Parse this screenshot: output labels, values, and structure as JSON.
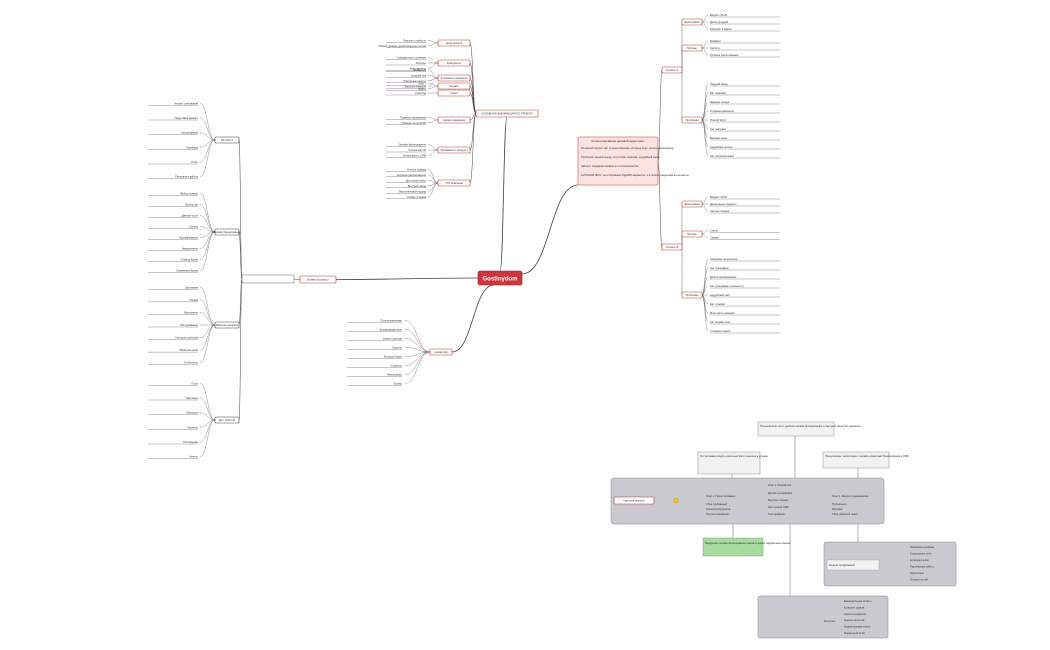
{
  "root": "Gostinydom",
  "colors": {
    "root": "#d0343a",
    "accent": "#c0392b",
    "line": "#4a3a4a",
    "branch_fill": "#ffffff",
    "group_box": "#c9c9cf",
    "note_box": "#f2f2f2",
    "green_box": "#a8dba0",
    "pink_box": "#fbe3e1"
  },
  "main_branches": {
    "top": "ОСНОВНАЯ ИНФОРМАЦИЯ ПО ПРОЕКТУ",
    "left": "Бизнес-процессы",
    "bottom": "Анализ ЦА",
    "right_note": {
      "title": "Сегментирование целевой аудитории:",
      "lines": [
        "Основной портрет ЦА: путешественники, которые ищут уютное размещение.",
        "Проблема: ранний выезд, отсутствие парковки, неудобный заезд.",
        "Эмоция: ожидание комфорта и гостеприимства.",
        "АНТОНИМ ЛИКС: не отображаем ОДНИМ вариантом, а в поиске разделяем на сегменты."
      ]
    }
  },
  "top_subbranches": [
    {
      "label": "Цели проекта",
      "items": [
        "Повысить прибыль",
        "Общий уровень удовлетворения гостей"
      ]
    },
    {
      "label": "Конкуренты",
      "items": [
        "Стандартные гостиницы",
        "Хостелы",
        "Апартаменты"
      ]
    },
    {
      "label": "Ключевые показатели",
      "items": [
        "Конверсия",
        "Средний чек",
        "Повторные визиты",
        "Загрузка номеров"
      ]
    },
    {
      "label": "Бюджет",
      "items": [
        "Этап 1",
        "Этап 2"
      ]
    },
    {
      "label": "Сроки",
      "items": [
        "3 месяца"
      ]
    },
    {
      "label": "Нормы поведения",
      "items": [
        "Правила проживания",
        "Тишина после 23:00"
      ]
    },
    {
      "label": "Требования к продукту",
      "items": [
        "Онлайн-бронирование",
        "Оплата картой",
        "Интеграция с CRM"
      ]
    },
    {
      "label": "УТП Компании",
      "items": [
        "Уютные номера",
        "Хорошее расположение",
        "Доступные цены",
        "Быстрый заезд",
        "Персональный подход",
        "Гибкие условия"
      ]
    }
  ],
  "left_groups": [
    {
      "label": "КП Этап 0",
      "items": [
        "Анализ требований",
        "Подготовка данных",
        "Согласование",
        "Проверка",
        "Отчёт",
        "Передача в работу"
      ]
    },
    {
      "label": "Онлайн бронирование",
      "items": [
        "Выбор номера",
        "Выбор дат",
        "Данные гостя",
        "Оплата",
        "Подтверждение",
        "Уведомление",
        "Отмена брони",
        "Изменение брони"
      ]
    },
    {
      "label": "Рабочие процессы",
      "items": [
        "Заселение",
        "Уборка",
        "Выселение",
        "Обслуживание",
        "Контроль качества",
        "Обратная связь",
        "Отчётность"
      ]
    },
    {
      "label": "Доп. Этап ЦА",
      "items": [
        "Гости",
        "Партнёры",
        "Персонал",
        "Клиенты",
        "Поставщики",
        "Агенты"
      ]
    }
  ],
  "bottom_items": [
    "Путешественники",
    "Командировочные",
    "Семьи с детьми",
    "Туристы",
    "Молодые пары",
    "Студенты",
    "Пенсионеры",
    "Группы"
  ],
  "right_segments": [
    {
      "label": "Сегмент А",
      "subs": [
        {
          "label": "Демография",
          "items": [
            "Возраст 25-45",
            "Доход средний",
            "Работает в офисе"
          ]
        },
        {
          "label": "Мотивы",
          "items": [
            "Комфорт",
            "Чистота",
            "Удобное расположение"
          ]
        },
        {
          "label": "Проблемы",
          "items": [
            "Поздний заезд",
            "Нет парковки",
            "Шумные соседи",
            "Сложная навигация",
            "Плохой Wi-Fi",
            "Нет завтрака",
            "Высокие цены",
            "Неудобная оплата",
            "Нет обратной связи"
          ]
        }
      ]
    },
    {
      "label": "Сегмент Б",
      "subs": [
        {
          "label": "Демография",
          "items": [
            "Возраст 30-55",
            "Доход выше среднего",
            "Частые поездки"
          ]
        },
        {
          "label": "Мотивы",
          "items": [
            "Статус",
            "Сервис"
          ]
        },
        {
          "label": "Проблемы",
          "items": [
            "Ожидание на ресепшн",
            "Нет трансфера",
            "Долгое бронирование",
            "Нет программы лояльности",
            "Неудобный сайт",
            "Нет отзывов",
            "Мало фото номеров",
            "Нет онлайн-чата",
            "Сложная отмена"
          ]
        }
      ]
    }
  ],
  "diagram": {
    "notes": [
      "Пользователи хотят удобное онлайн-бронирование и быстрый заезд без ожидания.",
      "Гостям важно видеть реальные фото номеров и отзывы.",
      "Предложение: интеграция с онлайн-сервисами бронирования и CRM."
    ],
    "start_label": "Карточка проекта",
    "step1": {
      "title": "Этап 1. Проектирование",
      "items": [
        "Сбор требований",
        "Анализ конкурентов",
        "Прототипирование"
      ]
    },
    "step2": {
      "title": "Этап 2. Разработка",
      "items": [
        "Дизайн интерфейса",
        "Верстка страниц",
        "Интеграция CRM",
        "Тестирование"
      ]
    },
    "step3": {
      "title": "Этап 3. Запуск и продвижение",
      "items": [
        "Публикация",
        "Реклама",
        "Сбор обратной связи"
      ]
    },
    "green_notes": [
      "Внедрение онлайн-бронирования сократит время оформления заказа.",
      "Снижение нагрузки на персонал и рост числа повторных бронирований."
    ],
    "right_group_label": "Каналы продвижения",
    "right_group_items": [
      "Поисковая реклама",
      "Социальные сети",
      "Email-рассылки",
      "Партнёрские сайты",
      "Агрегаторы",
      "Отзывы гостей"
    ],
    "bottom_group_label": "Контроль",
    "bottom_group_items": [
      "Еженедельные отчёты",
      "Контроль сроков",
      "Анализ конверсии",
      "Оценка качества",
      "Корректировка плана",
      "Финальный отчёт"
    ]
  }
}
